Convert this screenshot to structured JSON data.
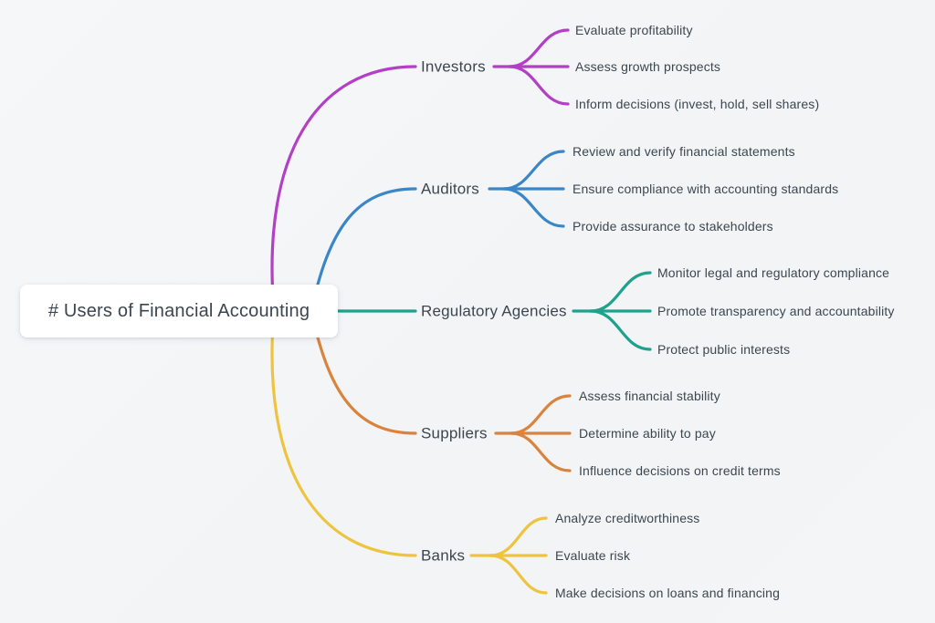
{
  "canvas": {
    "background_color": "#f3f5f6",
    "text_color": "#3c4650"
  },
  "root": {
    "label": "# Users of Financial Accounting",
    "box_color": "#ffffff"
  },
  "branches": [
    {
      "label": "Investors",
      "color": "#b23fc6",
      "children": [
        "Evaluate profitability",
        "Assess growth prospects",
        "Inform decisions (invest, hold, sell shares)"
      ]
    },
    {
      "label": "Auditors",
      "color": "#3a86c8",
      "children": [
        "Review and verify financial statements",
        "Ensure compliance with accounting standards",
        "Provide assurance to stakeholders"
      ]
    },
    {
      "label": "Regulatory Agencies",
      "color": "#20a18c",
      "children": [
        "Monitor legal and regulatory compliance",
        "Promote transparency and accountability",
        "Protect public interests"
      ]
    },
    {
      "label": "Suppliers",
      "color": "#da833d",
      "children": [
        "Assess financial stability",
        "Determine ability to pay",
        "Influence decisions on credit terms"
      ]
    },
    {
      "label": "Banks",
      "color": "#eec43f",
      "children": [
        "Analyze creditworthiness",
        "Evaluate risk",
        "Make decisions on loans and financing"
      ]
    }
  ]
}
